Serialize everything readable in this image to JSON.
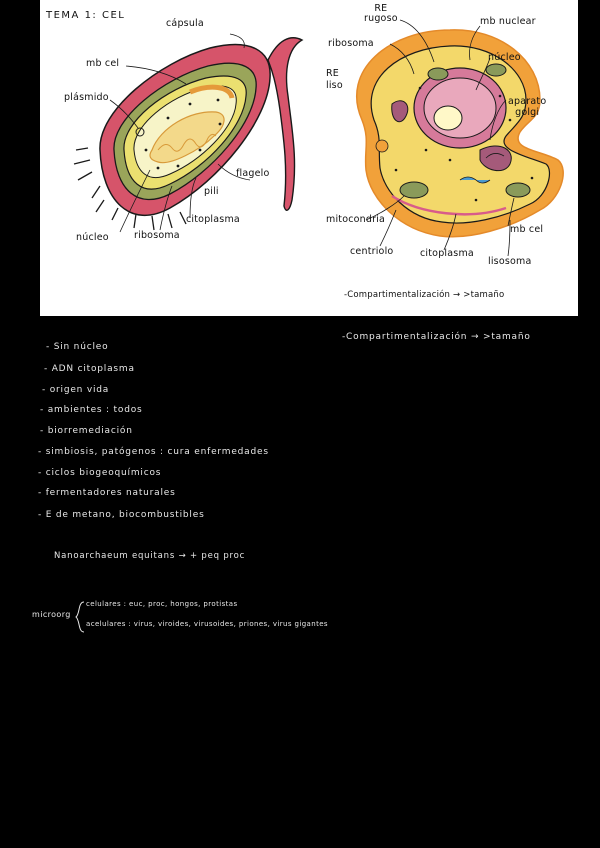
{
  "figure": {
    "title": "TEMA 1: CEL",
    "prokaryote_labels": {
      "capsula": "cápsula",
      "mb_cel": "mb cel",
      "plasmido": "plásmido",
      "flagelo": "flagelo",
      "pili": "pili",
      "citoplasma": "citoplasma",
      "ribosoma": "ribosoma",
      "nucleo": "núcleo"
    },
    "eukaryote_labels": {
      "re_rugoso": "RE\nrugoso",
      "ribosoma": "ribosoma",
      "mb_nuclear": "mb nuclear",
      "re_liso": "RE\nliso",
      "nucleo": "núcleo",
      "aparato_golgi": "aparato\ngolgi",
      "mitocondria": "mitocondria",
      "mb_cel": "mb cel",
      "centriolo": "centriolo",
      "citoplasma": "citoplasma",
      "lisosoma": "lisosoma"
    },
    "caption": "-Compartimentalización → >tamaño"
  },
  "notes": {
    "right_caption": "-Compartimentalización → >tamaño",
    "list": [
      "- Sin núcleo",
      "- ADN citoplasma",
      "- origen vida",
      "- ambientes : todos",
      "- biorremediación",
      "- simbiosis, patógenos : cura enfermedades",
      "- ciclos biogeoquímicos",
      "- fermentadores naturales",
      "- E de metano, biocombustibles"
    ],
    "nano": "Nanoarchaeum equitans → + peq proc",
    "microorg_label": "microorg",
    "microorg_items": [
      "celulares : euc, proc, hongos, protistas",
      "acelulares : virus, viroides, virusoides, priones, virus gigantes"
    ]
  }
}
